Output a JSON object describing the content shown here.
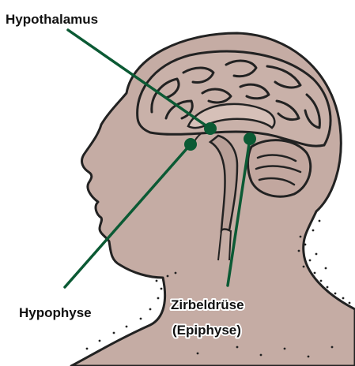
{
  "labels": {
    "hypothalamus": "Hypothalamus",
    "hypophyse": "Hypophyse",
    "zirbeldruese_line1": "Zirbeldrüse",
    "zirbeldruese_line2": "(Epiphyse)"
  },
  "colors": {
    "skin": "#c5aca4",
    "outline": "#222222",
    "pointer": "#0b5a34",
    "text": "#111111"
  }
}
